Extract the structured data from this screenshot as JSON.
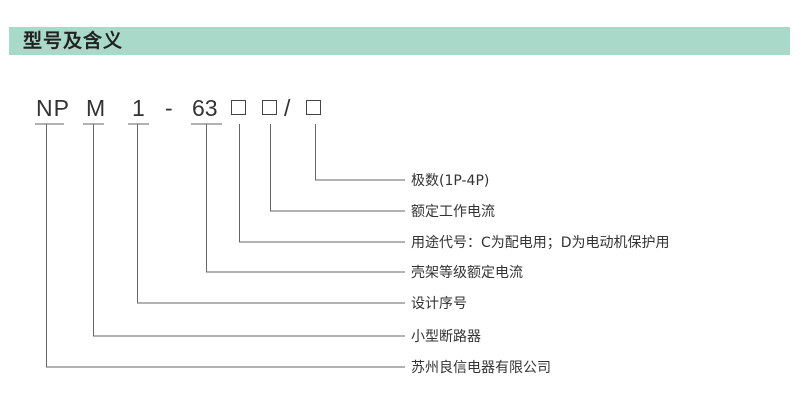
{
  "header": {
    "title": "型号及含义"
  },
  "model_code": {
    "np": "NP",
    "m": "M",
    "one": "1",
    "dash": "-",
    "sixtythree": "63",
    "slash": "/"
  },
  "descriptions": [
    "极数(1P-4P)",
    "额定工作电流",
    "用途代号：C为配电用；D为电动机保护用",
    "壳架等级额定电流",
    "设计序号",
    "小型断路器",
    "苏州良信电器有限公司"
  ]
}
